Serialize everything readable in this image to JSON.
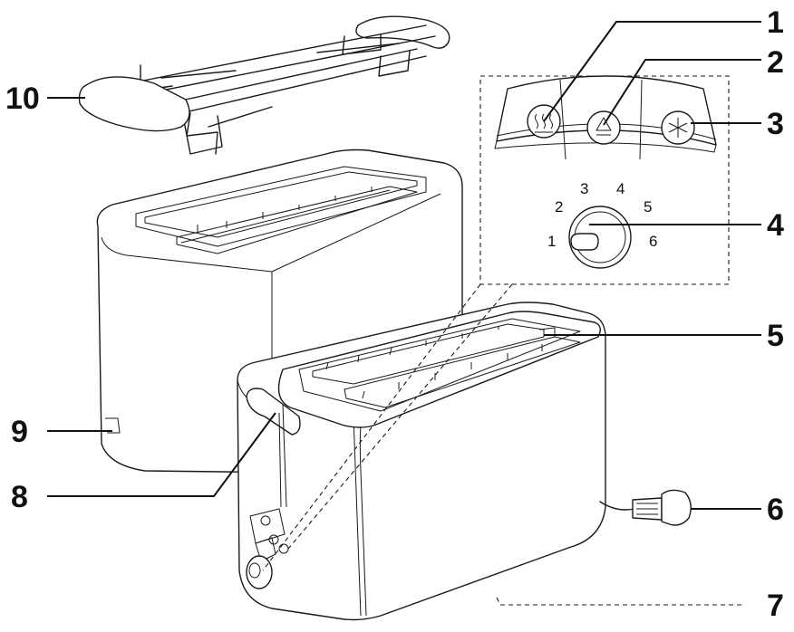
{
  "callouts": [
    "1",
    "2",
    "3",
    "4",
    "5",
    "6",
    "7",
    "8",
    "9",
    "10"
  ],
  "dial_numbers": [
    "1",
    "2",
    "3",
    "4",
    "5",
    "6"
  ],
  "icons": {
    "button_1": "reheat-icon",
    "button_2": "eject-icon",
    "button_3": "defrost-icon"
  }
}
